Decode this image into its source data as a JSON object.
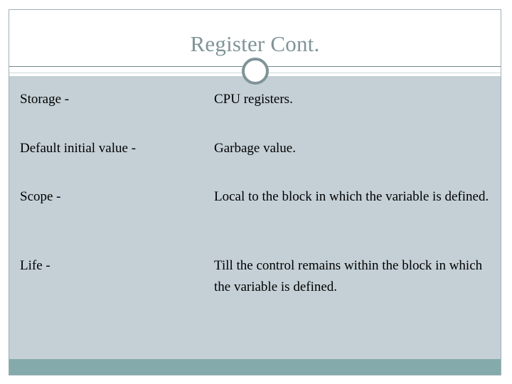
{
  "slide": {
    "title": "Register Cont.",
    "ornament_icon": "ring-ornament-icon",
    "colors": {
      "title_text": "#7f9497",
      "body_background": "#c4d0d6",
      "footer_bar": "#85aaab",
      "divider_line": "#6f878b",
      "body_text": "#000000",
      "slide_background": "#ffffff"
    },
    "rows": [
      {
        "term": "Storage -",
        "definition": "CPU registers."
      },
      {
        "term": "Default initial value -",
        "definition": "Garbage value."
      },
      {
        "term": "Scope -",
        "definition": "Local to the block in which the variable is defined."
      },
      {
        "term": "Life -",
        "definition": "Till the control remains within the block in which the variable is defined."
      }
    ]
  }
}
